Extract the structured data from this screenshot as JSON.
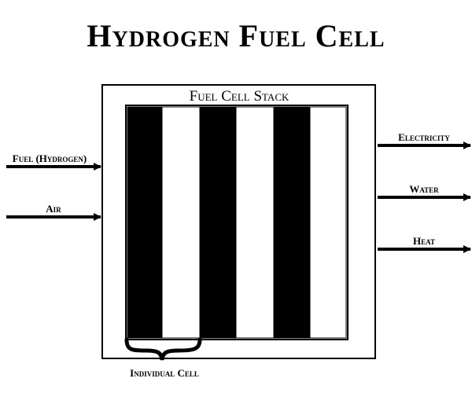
{
  "title": "Hydrogen Fuel Cell",
  "stack_label": "Fuel Cell Stack",
  "inputs": [
    "Fuel (Hydrogen)",
    "Air"
  ],
  "outputs": [
    "Electricity",
    "Water",
    "Heat"
  ],
  "cell_label": "Individual  Cell",
  "colors": {
    "ink": "#000000",
    "paper": "#ffffff"
  }
}
